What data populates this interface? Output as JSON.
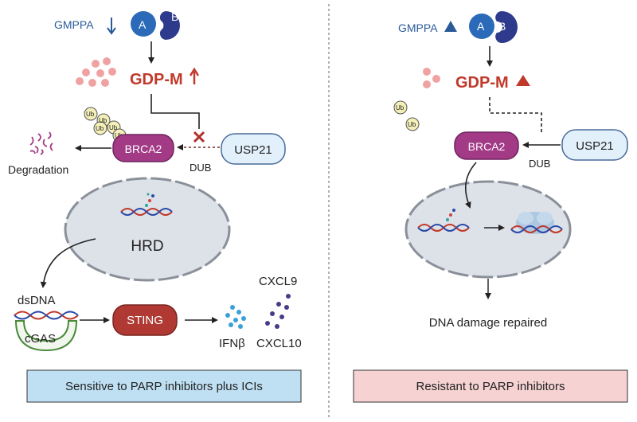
{
  "left": {
    "gmppa": "GMPPA",
    "protein_a": "A",
    "protein_b": "B",
    "gdpm": "GDP-M",
    "ub": "Ub",
    "brca2": "BRCA2",
    "usp21": "USP21",
    "dub": "DUB",
    "degradation": "Degradation",
    "hrd": "HRD",
    "dsdna": "dsDNA",
    "cgas": "cGAS",
    "sting": "STING",
    "cxcl9": "CXCL9",
    "ifnb": "IFNβ",
    "cxcl10": "CXCL10",
    "banner": "Sensitive to PARP inhibitors plus ICIs"
  },
  "right": {
    "gmppa": "GMPPA",
    "protein_a": "A",
    "protein_b": "B",
    "gdpm": "GDP-M",
    "ub": "Ub",
    "brca2": "BRCA2",
    "usp21": "USP21",
    "dub": "DUB",
    "repaired": "DNA damage repaired",
    "banner": "Resistant to PARP inhibitors"
  },
  "colors": {
    "gdpm_red": "#c0392b",
    "brca2_fill": "#a23a86",
    "usp21_fill": "#e2f0fb",
    "sting_fill": "#b03a33",
    "nucleus_fill": "#dde1e8",
    "banner_left": "#bfe0f3",
    "banner_right": "#f6d2d2",
    "protein_blue": "#2a6ab8",
    "protein_navy": "#2e3a8c",
    "dna_red": "#c0392b",
    "dna_blue": "#2a4aa8"
  }
}
